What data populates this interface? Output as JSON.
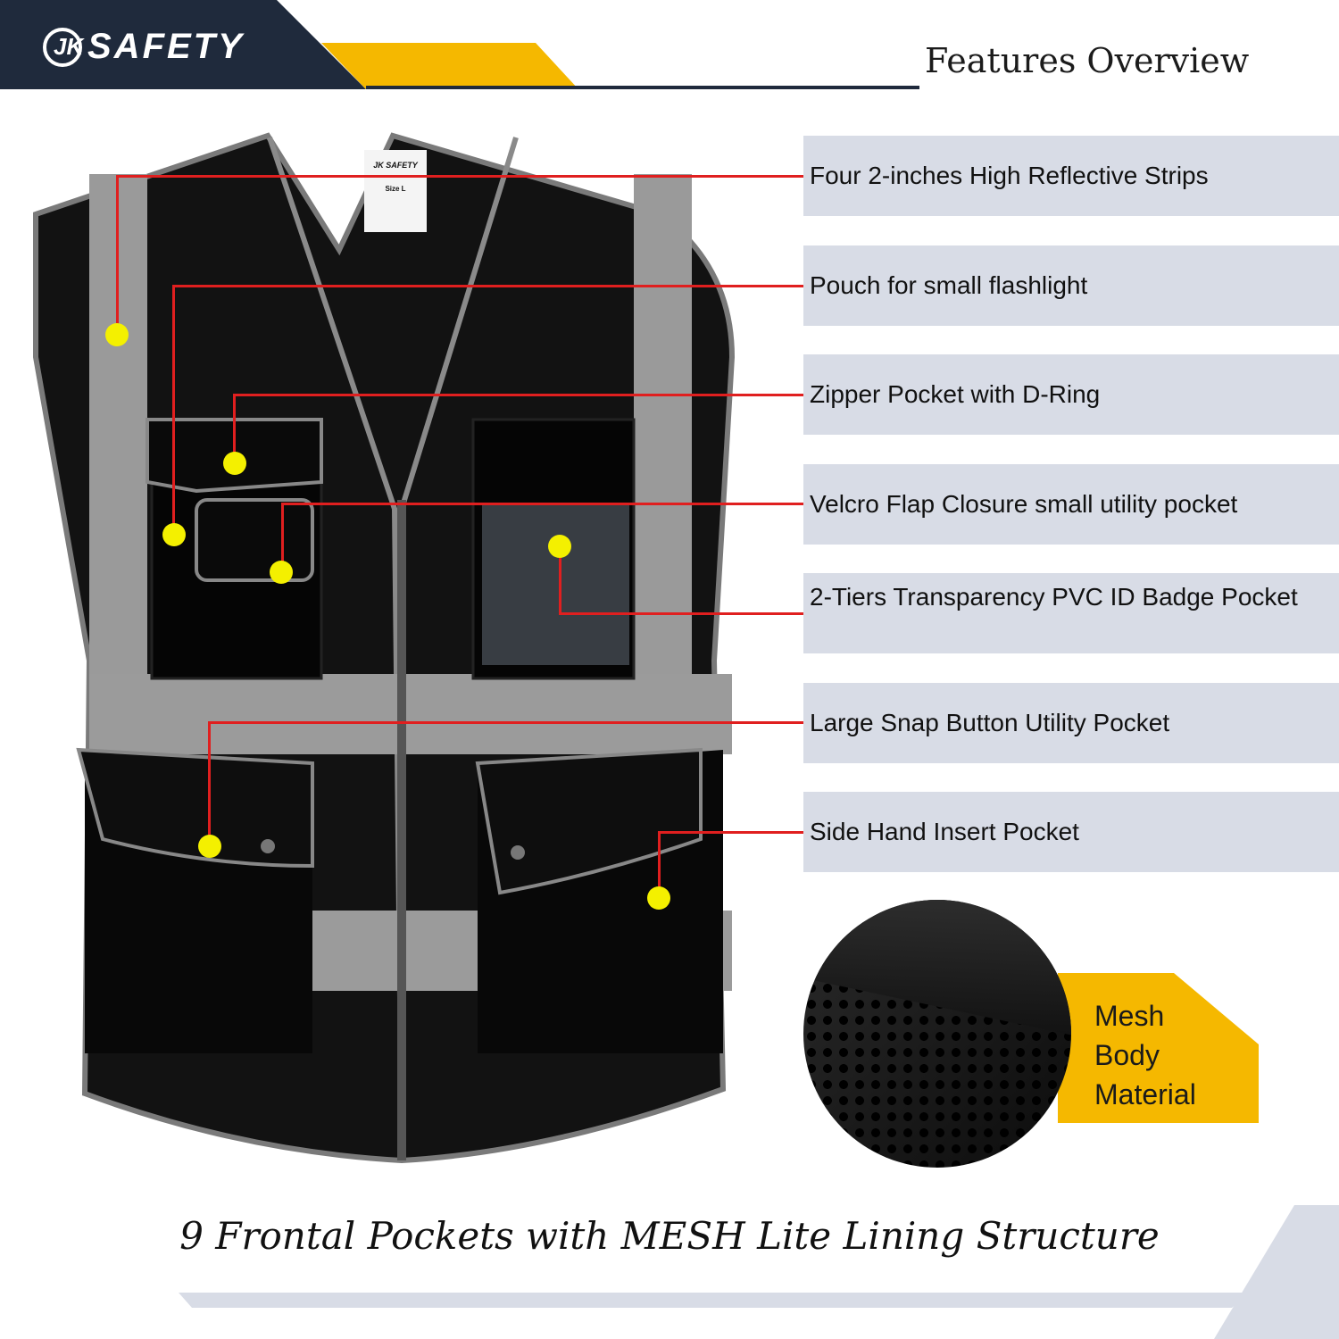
{
  "header": {
    "brand_mark": "JK",
    "brand_word": "SAFETY",
    "title": "Features Overview"
  },
  "colors": {
    "navy": "#1f2a3c",
    "accent_yellow": "#f5b800",
    "leader_red": "#e01f1f",
    "dot_yellow": "#f4f000",
    "feature_bg": "#d8dce6"
  },
  "features": [
    {
      "label": "Four 2-inches High Reflective Strips"
    },
    {
      "label": "Pouch for small flashlight"
    },
    {
      "label": "Zipper Pocket with D-Ring"
    },
    {
      "label": "Velcro Flap Closure small utility pocket"
    },
    {
      "label": "2-Tiers Transparency PVC ID Badge Pocket"
    },
    {
      "label": "Large Snap Button Utility Pocket"
    },
    {
      "label": "Side Hand Insert Pocket"
    }
  ],
  "vest_tag": {
    "brand": "JK SAFETY",
    "size": "Size L"
  },
  "mesh_callout": {
    "line1": "Mesh",
    "line2": "Body",
    "line3": "Material"
  },
  "caption": "9 Frontal Pockets with MESH Lite Lining Structure"
}
